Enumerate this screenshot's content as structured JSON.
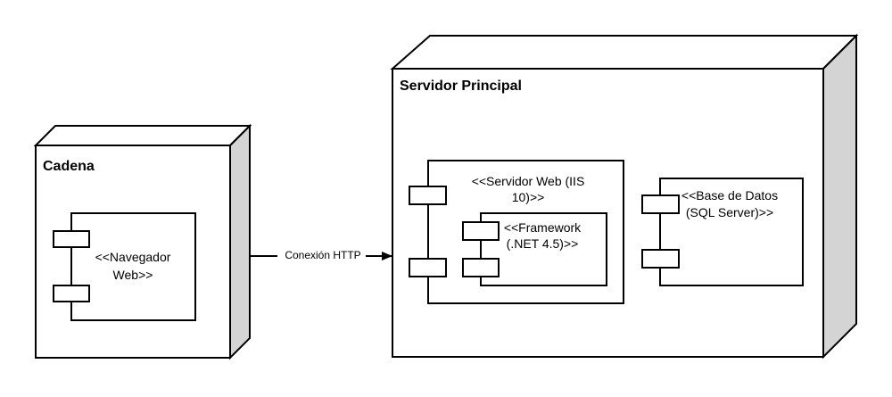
{
  "nodes": {
    "cadena": {
      "title": "Cadena",
      "component": {
        "line1": "<<Navegador",
        "line2": "Web>>"
      }
    },
    "servidor_principal": {
      "title": "Servidor Principal",
      "web_server": {
        "line1": "<<Servidor Web (IIS",
        "line2": "10)>>"
      },
      "framework": {
        "line1": "<<Framework",
        "line2": "(.NET 4.5)>>"
      },
      "database": {
        "line1": "<<Base de Datos",
        "line2": "(SQL Server)>>"
      }
    }
  },
  "connection": {
    "label": "Conexión HTTP"
  },
  "colors": {
    "node_side": "#d4d4d4",
    "stroke": "#000000",
    "fill": "#ffffff"
  }
}
